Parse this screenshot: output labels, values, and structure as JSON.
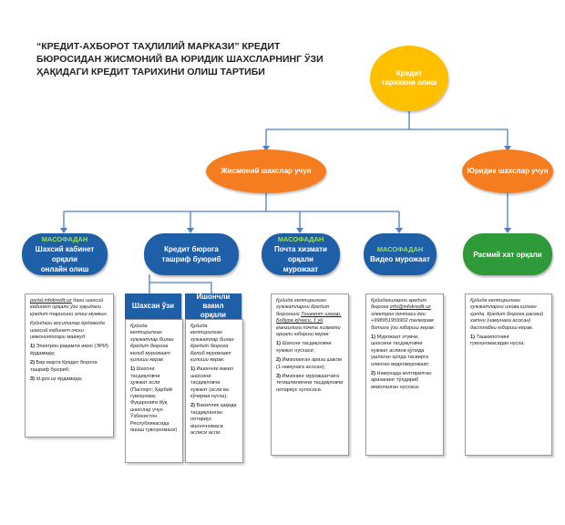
{
  "title": "“КРЕДИТ-АХБОРОТ ТАҲЛИЛИЙ МАРКАЗИ” КРЕДИТ БЮРОСИДАН ЖИСМОНИЙ ВА ЮРИДИК ШАХСЛАРНИНГ ЎЗИ ҲАҚИДАГИ КРЕДИТ ТАРИХИНИ ОЛИШ ТАРТИБИ",
  "colors": {
    "root": "#ffc000",
    "branch": "#f57c1f",
    "method": "#1f5fa8",
    "legal": "#2e9a3a",
    "kicker": "#9be24c"
  },
  "root": {
    "line1": "Кредит",
    "line2": "тарихини олиш"
  },
  "branches": {
    "individuals": "Жисмоний шахслар учун",
    "legal": "Юридик шахслар учун"
  },
  "methods": {
    "cabinet": {
      "kicker": "МАСОФАДАН",
      "line1": "Шахсий кабинет орқали",
      "line2": "онлайн олиш"
    },
    "visit": {
      "line1": "Кредит бюрога",
      "line2": "ташриф буюриб"
    },
    "post": {
      "kicker": "МАСОФАДАН",
      "line1": "Почта хизмати орқали",
      "line2": "мурожаат"
    },
    "video": {
      "kicker": "МАСОФАДАН",
      "line1": "Видео мурожаат"
    },
    "letter": {
      "line1": "Расмий хат орқали"
    }
  },
  "visit_sub": {
    "self": "Шахсан ўзи",
    "proxy": {
      "line1": "Ишончли вакил",
      "line2": "орқали"
    }
  },
  "cards": {
    "cabinet": {
      "link": "portal.infokredit.uz",
      "p1": "даги шахсий кабинет орқали ўзи ҳақидаги кредит тарихини олиш мумкин.",
      "p2": "Куйидаги воситалар ёрдамида шахсий кабинет очиш имкониятлари мавжуд:",
      "n1": "1)",
      "i1": " Электрон рақамли имзо (ЭРИ) ёрдамида;",
      "n2": "2)",
      "i2": " Бир марта Кредит бюрога ташриф буюриб;",
      "n3": "3)",
      "i3": " id.gov.uz ёрдамида;"
    },
    "self": {
      "p1": "Қуйида келтирилган хужжатлар билан Кредит бюрога келиб мурожаат қилиши керак:",
      "n1": "1)",
      "i1": " Шахсни тасдиқловчи ҳужжат асли (Паспорт; Ҳарбий гувоҳнома; Фуқаролиги йўқ шахслар учун Ўзбекистон Республикасида яшаш гувоҳномаси)"
    },
    "proxy": {
      "p1": "Қуйида келтирилган хужжатлар билан Кредит бюрога Келиб мурожаат қилиши керак:",
      "n1": "1)",
      "i1": " Ишончли вакил шахсини тасдиқловчи хужжат (асли ва кўчирма нусха);",
      "n2": "2)",
      "i2": " Вакиллик ҳақида тасдиқланган нотариус ишончномаси аслиси асли."
    },
    "post": {
      "p1": "Қуйида келтирилган хужжатларни Кредит бюронинг",
      "address": "Тошкент шаҳар, Бобура кўчаси, 1 уй",
      "p1b": " манзилига почта хизмати орқали юбориш керак:",
      "n1": "1)",
      "i1": " Шахсни тасдиқловчи хужжат нусхаси;",
      "n2": "2)",
      "i2": " Имзоланган ариза шакли (1-намунага асосан);",
      "n3": "3)",
      "i3": " Имзонинг мурожаатчига тегишлилигини тасдиқловчи нотариус хулосаси."
    },
    "video": {
      "p1": "Қуйидагиларни кредит бюрога",
      "email": "info@infokredit.uz",
      "p1b": " электрон почтаси ёки +998951959902 телеграм ботига ўзи юбориш керак:",
      "n1": "1)",
      "i1": " Мурожаат этувчи, шахсини тасдиқловчи хужжат аслини қўлида ушлаган ҳолда тасвирга олинган видеомурожаат;",
      "n2": "2)",
      "i2": " Намунада келтирилган аризанинг тўлдириб имзоланган нусхаси."
    },
    "letter": {
      "p1": "Қуйида келтирилган хужжатларни илова қилган ҳолда, Кредит бюрога расмий хатни (намунага асосан) дастлабки юбориш керак.",
      "n1": "1)",
      "i1": " Ташкилотнинг гувоҳномасидан нусха;"
    }
  }
}
